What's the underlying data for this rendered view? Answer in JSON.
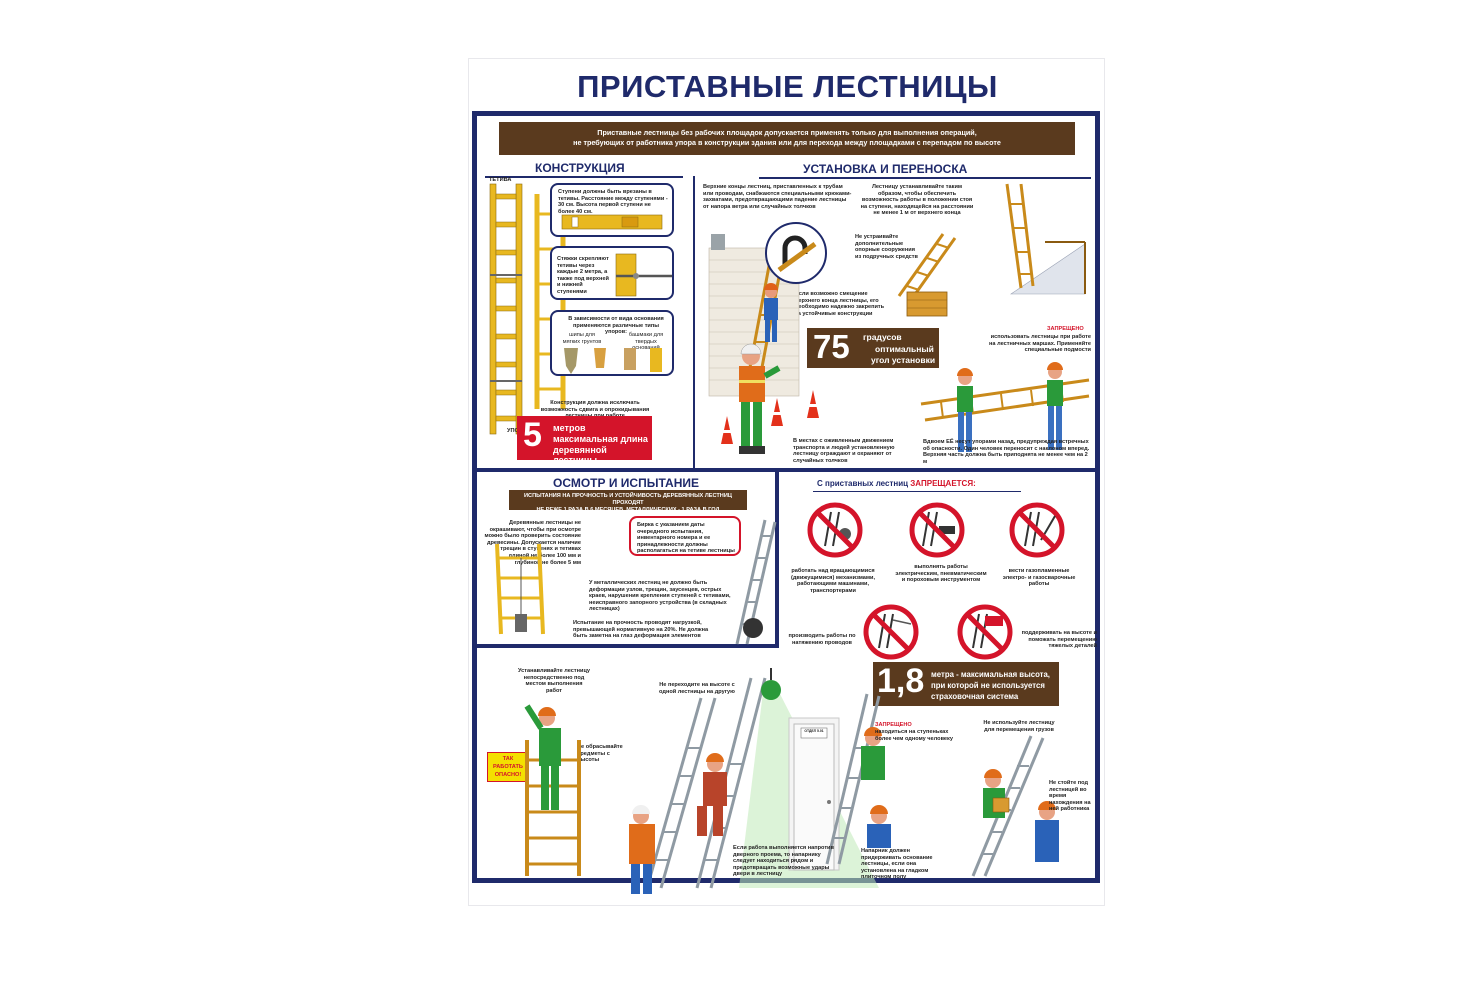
{
  "title": "ПРИСТАВНЫЕ ЛЕСТНИЦЫ",
  "banner": {
    "line1": "Приставные лестницы без рабочих площадок допускается применять только для выполнения операций,",
    "line2": "не требующих от работника упора в конструкции здания или для перехода между площадками с перепадом по высоте"
  },
  "construction": {
    "heading": "КОНСТРУКЦИЯ",
    "label_tetiva": "ТЕТИВА",
    "label_upor": "УПОР",
    "note1": "Ступени должны быть врезаны в тетивы. Расстояние между ступенями - 30 см. Высота первой ступени не более 40 см.",
    "note2": "Стяжки скрепляют тетивы через каждые 2 метра, а также под верхней и нижней ступенями",
    "note3_title": "В зависимости от вида основания применяются различные типы упоров:",
    "note3_a": "шипы для мягких грунтов",
    "note3_b": "башмаки для твердых оснований",
    "note4": "Конструкция должна исключать возможность сдвига и опрокидывания лестницы при работе",
    "badge_num": "5",
    "badge_text1": "метров",
    "badge_text2": "максимальная длина",
    "badge_text3": "деревянной лестницы"
  },
  "install": {
    "heading": "УСТАНОВКА И ПЕРЕНОСКА",
    "note1": "Верхние концы лестниц, приставленных к трубам или проводам, снабжаются специальными крюками-захватами, предотвращающими падение лестницы от напора ветра или случайных толчков",
    "note2": "Лестницу устанавливайте таким образом, чтобы обеспечить возможность работы в положении стоя на ступени, находящейся на расстоянии не менее 1 м от верхнего конца",
    "note3": "Не устраивайте дополнительные опорные сооружения из подручных средств",
    "note4": "Если возможно смещение верхнего конца лестницы, его необходимо надежно закрепить за устойчивые конструкции",
    "forbidden_word": "ЗАПРЕЩЕНО",
    "note5": "использовать лестницы при работе на лестничных маршах. Применяйте специальные подмости",
    "degree_num": "75",
    "degree_text1": "градусов",
    "degree_text2": "оптимальный",
    "degree_text3": "угол установки",
    "note6": "В местах с оживленным движением транспорта и людей установленную лестницу ограждают и охраняют от случайных толчков",
    "note7": "Вдвоем ЕЁ несут упорами назад, предупреждая встречных об опасности. Один человек переносит с наклоном вперед. Верхняя часть должна быть приподнята не менее чем на 2 м"
  },
  "inspection": {
    "heading": "ОСМОТР И ИСПЫТАНИЕ",
    "banner1": "ИСПЫТАНИЯ НА ПРОЧНОСТЬ И УСТОЙЧИВОСТЬ ДЕРЕВЯННЫХ ЛЕСТНИЦ ПРОХОДЯТ",
    "banner2": "НЕ РЕЖЕ 1 РАЗА В 6 МЕСЯЦЕВ, МЕТАЛЛИЧЕСКИХ - 1 РАЗА В ГОД",
    "note1": "Деревянные лестницы не окрашивают, чтобы при осмотре можно было проверить состояние древесины. Допускается наличие трещин в ступенях и тетивах длиной не более 100 мм и глубиной не более 5 мм",
    "note2": "Бирка с указанием даты очередного испытания, инвентарного номера и ее принадлежности должны располагаться на тетиве лестницы",
    "note3": "У металлических лестниц не должно быть деформации узлов, трещин, заусенцев, острых краев, нарушения крепления ступеней с тетивами, неисправного запорного устройства (в складных лестницах)",
    "note4": "Испытание на прочность проводят нагрузкой, превышающей нормативную на 20%. Не должна быть заметна на глаз деформация элементов"
  },
  "prohibited": {
    "heading_start": "С приставных лестниц",
    "heading_end": "ЗАПРЕЩАЕТСЯ:",
    "items": [
      "работать над вращающимися (движущимися) механизмами, работающими машинами, транспортерами",
      "выполнять работы электрическим, пневматическим и пороховым инструментом",
      "вести газопламенные электро- и газосварочные работы",
      "производить работы по натяжению проводов",
      "поддерживать на высоте и поможать перемещению тяжелых деталей"
    ],
    "height_num": "1,8",
    "height_text1": "метра - максимальная высота,",
    "height_text2": "при которой не используется",
    "height_text3": "страховочная система"
  },
  "bottom": {
    "note1": "Устанавливайте лестницу непосредственно под местом выполнения работ",
    "note2": "Не обрасывайте предметы с высоты",
    "sign1": "ТАК",
    "sign2": "РАБОТАТЬ",
    "sign3": "ОПАСНО!",
    "note3": "Не переходите на высоте с одной лестницы на другую",
    "note4": "Если работа выполняется напротив дверного проема, то напарнику следует находиться рядом и предотвращать возможные удары двери в лестницу",
    "door_label": "ОТДЕЛ 5.01",
    "forbidden_word": "ЗАПРЕЩЕНО",
    "note5": "находиться на ступеньках более чем одному человеку",
    "note6": "Напарник должен придерживать основание лестницы, если она установлена на гладком плиточном полу",
    "note7": "Не используйте лестницу для перемещения грузов",
    "note8": "Не стойте под лестницей во время нахождения на ней работника"
  },
  "colors": {
    "navy": "#1f2a6b",
    "brown": "#5a3a1e",
    "red": "#d4142a",
    "ladder_wood": "#e8b820"
  }
}
